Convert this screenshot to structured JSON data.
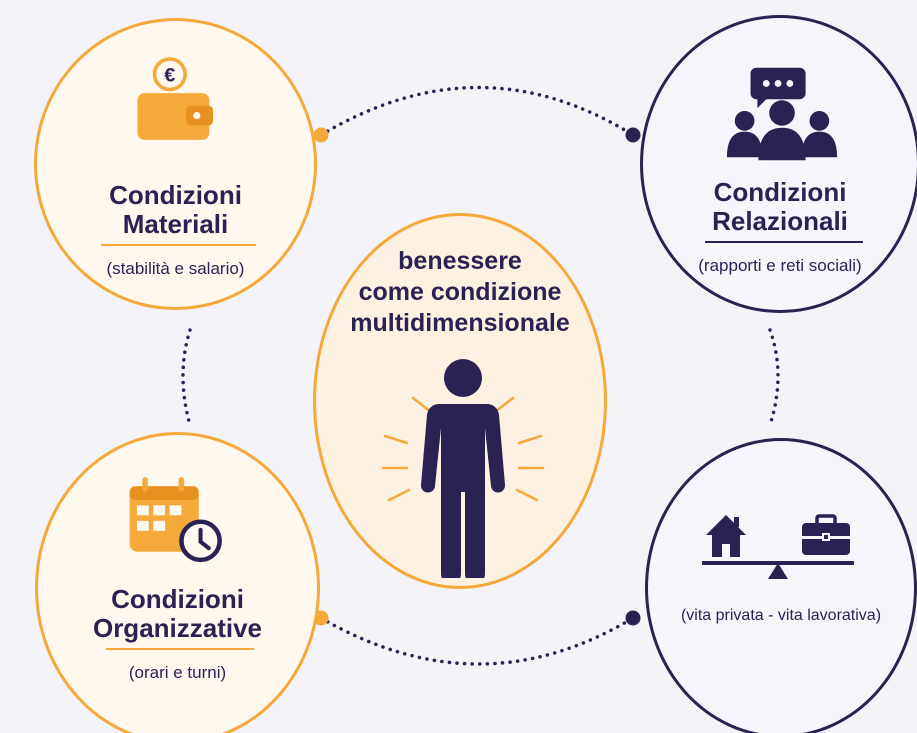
{
  "center": {
    "line1": "benessere",
    "line2": "come condizione",
    "line3": "multidimensionale"
  },
  "nodes": {
    "materiali": {
      "title1": "Condizioni",
      "title2": "Materiali",
      "subtitle": "(stabilità e salario)",
      "coin_symbol": "€"
    },
    "relazionali": {
      "title1": "Condizioni",
      "title2": "Relazionali",
      "subtitle": "(rapporti e reti sociali)"
    },
    "organizzative": {
      "title1": "Condizioni",
      "title2": "Organizzative",
      "subtitle": "(orari e turni)"
    },
    "conciliazione": {
      "subtitle": "(vita privata - vita lavorativa)"
    }
  },
  "colors": {
    "orange": "#f5a93a",
    "navy": "#2b2254",
    "background": "#f4f3f8"
  },
  "icons": [
    "wallet-euro-icon",
    "people-chat-icon",
    "calendar-clock-icon",
    "work-life-balance-icon",
    "person-icon"
  ]
}
